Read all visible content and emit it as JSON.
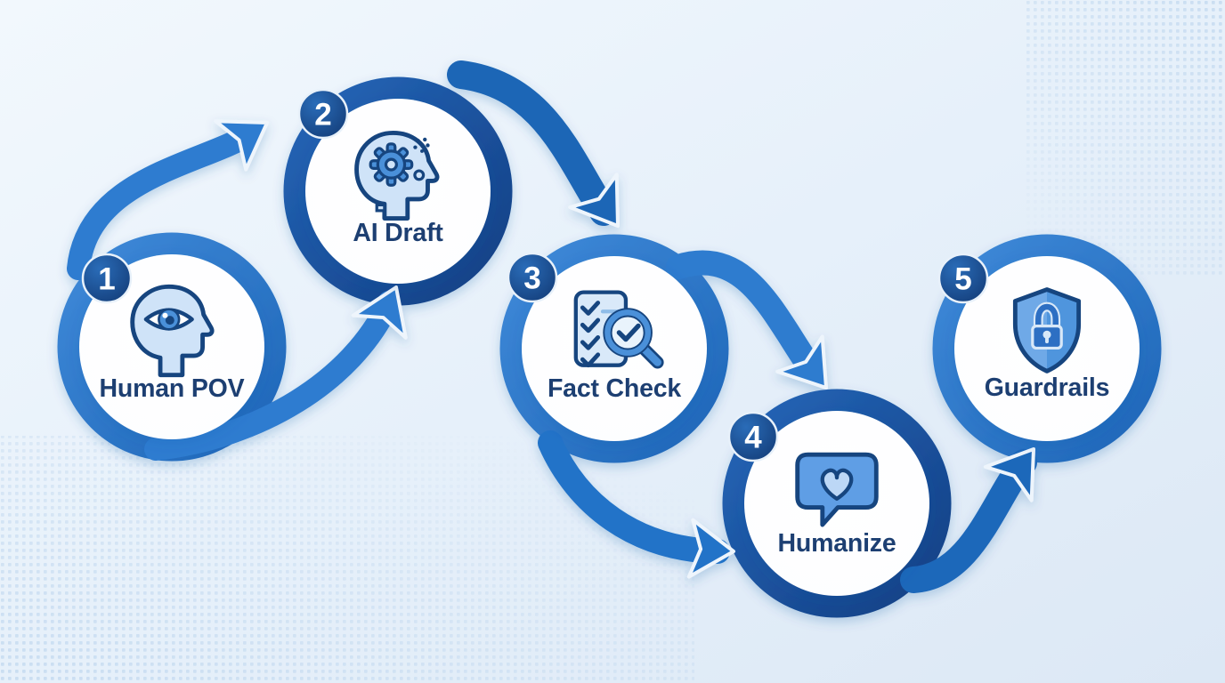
{
  "diagram": {
    "type": "process-flow-infographic",
    "steps": [
      {
        "number": "1",
        "label": "Human POV",
        "icon": "head-eye-icon"
      },
      {
        "number": "2",
        "label": "AI Draft",
        "icon": "head-gear-icon"
      },
      {
        "number": "3",
        "label": "Fact Check",
        "icon": "checklist-magnifier-icon"
      },
      {
        "number": "4",
        "label": "Humanize",
        "icon": "speech-bubble-heart-icon"
      },
      {
        "number": "5",
        "label": "Guardrails",
        "icon": "shield-lock-icon"
      }
    ],
    "connections": [
      {
        "from": "1",
        "to": "2"
      },
      {
        "from": "2",
        "to": "3"
      },
      {
        "from": "3",
        "to": "4"
      },
      {
        "from": "4",
        "to": "5"
      }
    ],
    "colors": {
      "background_light": "#f0f7fd",
      "background_dark": "#dde9f6",
      "dot_pattern": "#c9ddf1",
      "ring_mid_blue": "#3f8ad9",
      "ring_dark_blue": "#133f84",
      "arrow_blue": "#2273c8",
      "badge_navy": "#123a75",
      "badge_text": "#ffffff",
      "label_text": "#1d3f72",
      "circle_fill": "#ffffff",
      "icon_light_blue": "#cfe3f8",
      "icon_mid_blue": "#4a90d9",
      "icon_outline_navy": "#16457f"
    }
  }
}
